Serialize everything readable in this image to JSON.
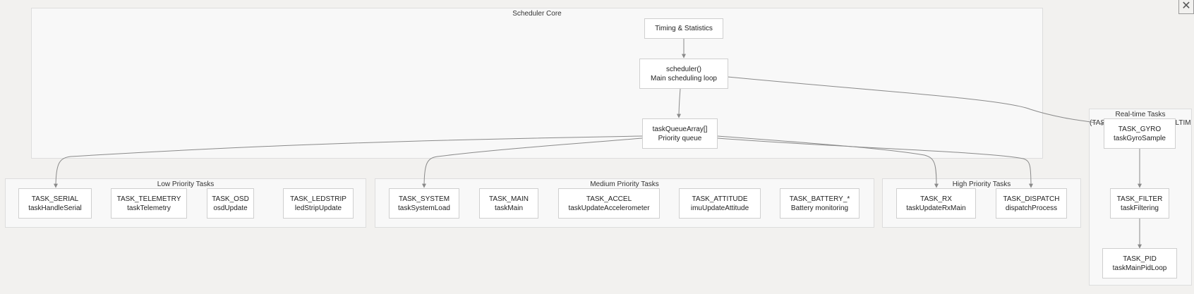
{
  "groups": {
    "scheduler_core": {
      "label": "Scheduler Core"
    },
    "low": {
      "label": "Low Priority Tasks"
    },
    "medium": {
      "label": "Medium Priority Tasks"
    },
    "high": {
      "label": "High Priority Tasks"
    },
    "realtime": {
      "label": "Real-time Tasks",
      "hidden_label": "(TASK_..._PRIORITY_REALTIME)"
    }
  },
  "nodes": {
    "timing": {
      "line1": "Timing & Statistics"
    },
    "scheduler": {
      "line1": "scheduler()",
      "line2": "Main scheduling loop"
    },
    "queue": {
      "line1": "taskQueueArray[]",
      "line2": "Priority queue"
    },
    "serial": {
      "line1": "TASK_SERIAL",
      "line2": "taskHandleSerial"
    },
    "telemetry": {
      "line1": "TASK_TELEMETRY",
      "line2": "taskTelemetry"
    },
    "osd": {
      "line1": "TASK_OSD",
      "line2": "osdUpdate"
    },
    "ledstrip": {
      "line1": "TASK_LEDSTRIP",
      "line2": "ledStripUpdate"
    },
    "system": {
      "line1": "TASK_SYSTEM",
      "line2": "taskSystemLoad"
    },
    "main": {
      "line1": "TASK_MAIN",
      "line2": "taskMain"
    },
    "accel": {
      "line1": "TASK_ACCEL",
      "line2": "taskUpdateAccelerometer"
    },
    "attitude": {
      "line1": "TASK_ATTITUDE",
      "line2": "imuUpdateAttitude"
    },
    "battery": {
      "line1": "TASK_BATTERY_*",
      "line2": "Battery monitoring"
    },
    "rx": {
      "line1": "TASK_RX",
      "line2": "taskUpdateRxMain"
    },
    "dispatch": {
      "line1": "TASK_DISPATCH",
      "line2": "dispatchProcess"
    },
    "gyro": {
      "line1": "TASK_GYRO",
      "line2": "taskGyroSample"
    },
    "filter": {
      "line1": "TASK_FILTER",
      "line2": "taskFiltering"
    },
    "pid": {
      "line1": "TASK_PID",
      "line2": "taskMainPidLoop"
    }
  },
  "edges": [
    {
      "from": "timing",
      "to": "scheduler"
    },
    {
      "from": "scheduler",
      "to": "queue"
    },
    {
      "from": "scheduler",
      "to": "gyro"
    },
    {
      "from": "queue",
      "to": "serial"
    },
    {
      "from": "queue",
      "to": "system"
    },
    {
      "from": "queue",
      "to": "rx"
    },
    {
      "from": "queue",
      "to": "dispatch"
    },
    {
      "from": "gyro",
      "to": "filter"
    },
    {
      "from": "filter",
      "to": "pid"
    }
  ],
  "window": {
    "close_glyph": "✕"
  },
  "colors": {
    "edge": "#8a8a8a",
    "group_bg": "#f8f8f8",
    "node_border": "#cfcfcf"
  }
}
